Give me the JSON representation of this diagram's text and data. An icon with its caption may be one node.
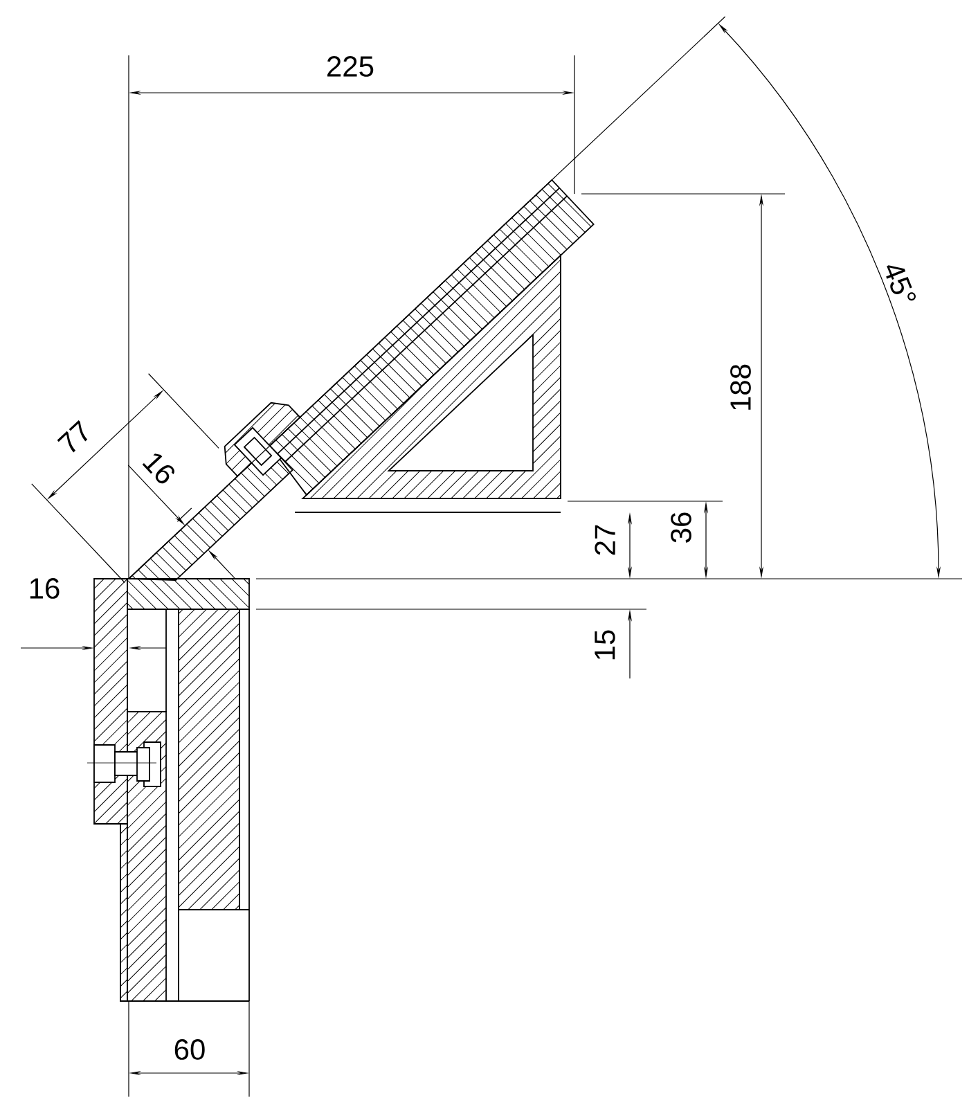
{
  "diagram": {
    "labels": [
      "225",
      "45°",
      "188",
      "77",
      "16",
      "27",
      "36",
      "16",
      "15",
      "60"
    ]
  }
}
